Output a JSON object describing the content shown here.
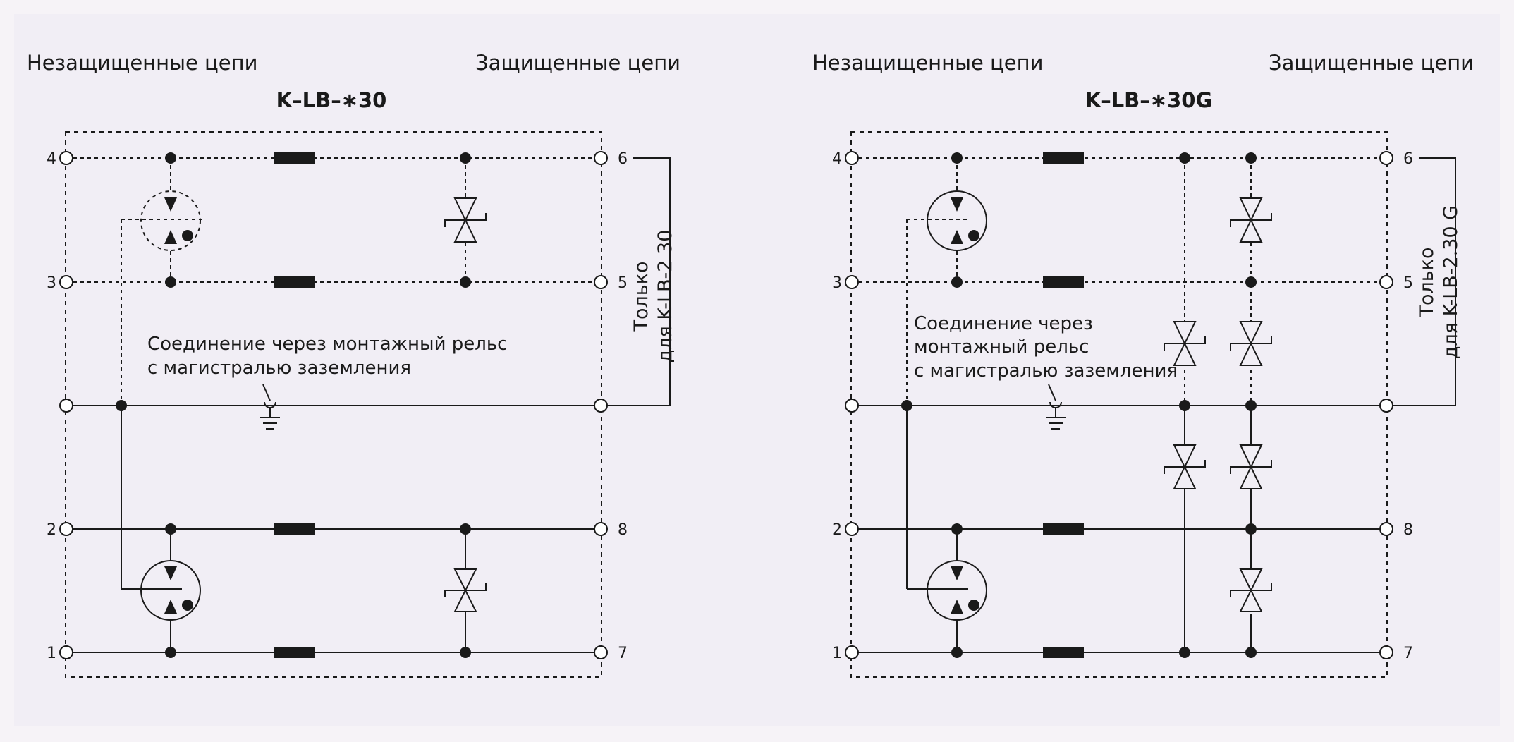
{
  "left_panel": {
    "header_left": "Незащищенные цепи",
    "header_right": "Защищенные цепи",
    "title": "K–LB–∗30",
    "note_lines": [
      "Соединение через монтажный рельс",
      "с магистралью заземления"
    ],
    "side_lines": [
      "Только",
      "для K-LB-2.30"
    ],
    "pins": {
      "p4": "4",
      "p3": "3",
      "p2": "2",
      "p1": "1",
      "p6": "6",
      "p5": "5",
      "p8": "8",
      "p7": "7"
    }
  },
  "right_panel": {
    "header_left": "Незащищенные цепи",
    "header_right": "Защищенные цепи",
    "title": "K–LB–∗30G",
    "note_lines": [
      "Соединение через",
      "монтажный рельс",
      "с магистралью заземления"
    ],
    "side_lines": [
      "Только",
      "для K-LB-2.30 G"
    ],
    "pins": {
      "p4": "4",
      "p3": "3",
      "p2": "2",
      "p1": "1",
      "p6": "6",
      "p5": "5",
      "p8": "8",
      "p7": "7"
    }
  },
  "colors": {
    "background": "#f6f3f7",
    "panel": "#f1eef5",
    "ink": "#1a1a1a"
  }
}
